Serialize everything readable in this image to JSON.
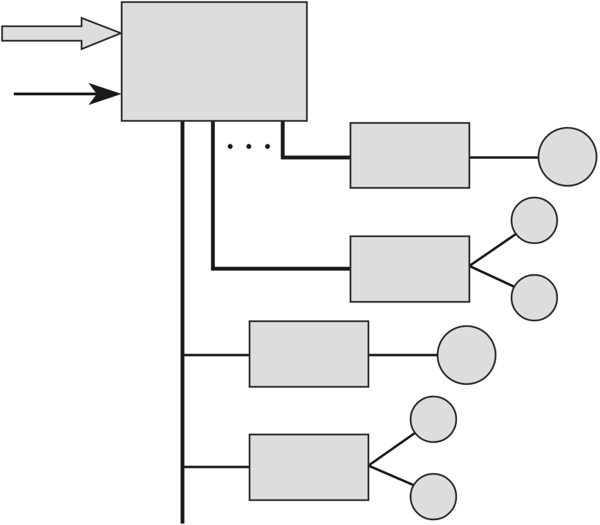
{
  "diagram": {
    "type": "block-diagram",
    "colors": {
      "box_fill": "#dcdddf",
      "node_fill": "#dcdddf",
      "outline": "#2a2a2a",
      "wire": "#1a1a1a",
      "thick_arrow_fill": "#dcdddf",
      "thin_arrow": "#1a1a1a"
    },
    "inputs": [
      {
        "id": "input-wide",
        "style": "hollow-thick-arrow"
      },
      {
        "id": "input-thin",
        "style": "solid-line-arrow"
      }
    ],
    "main_block": {
      "id": "main-block"
    },
    "branches": [
      {
        "id": "branch-1",
        "bus": "inner",
        "node_count": 1
      },
      {
        "id": "branch-2",
        "bus": "inner",
        "node_count": 2
      },
      {
        "id": "branch-3",
        "bus": "outer",
        "node_count": 1
      },
      {
        "id": "branch-4",
        "bus": "outer",
        "node_count": 2
      }
    ],
    "ellipsis_dot_count": 3
  }
}
